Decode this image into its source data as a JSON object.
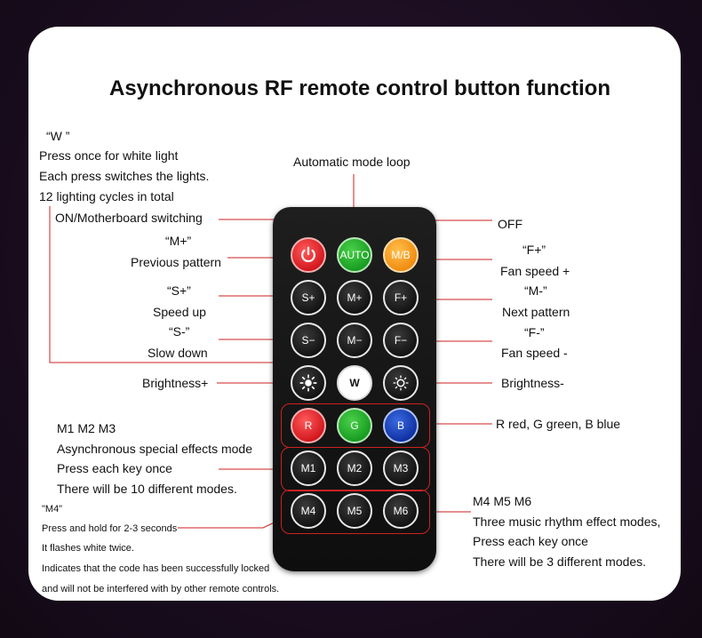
{
  "title": "Asynchronous RF remote control button function",
  "labels": {
    "w_title": "“W ”",
    "w_line1": "Press once for white light",
    "w_line2": "Each press switches the lights.",
    "w_line3": "12 lighting cycles in total",
    "on_mb": "ON/Motherboard switching",
    "auto": "Automatic mode loop",
    "off": "OFF",
    "m_plus_title": "“M+”",
    "m_plus_desc": "Previous pattern",
    "f_plus_title": "“F+”",
    "f_plus_desc": "Fan speed +",
    "s_plus_title": "“S+”",
    "s_plus_desc": "Speed up",
    "m_minus_title": "“M-”",
    "m_minus_desc": "Next pattern",
    "s_minus_title": "“S-”",
    "s_minus_desc": "Slow down",
    "f_minus_title": "“F-”",
    "f_minus_desc": "Fan speed -",
    "bright_plus": "Brightness+",
    "bright_minus": "Brightness-",
    "rgb": "R red, G green, B blue",
    "m123_title": "M1 M2 M3",
    "m123_line1": "Asynchronous special effects mode",
    "m123_line2": "Press each key once",
    "m123_line3": "There will be 10 different modes.",
    "m4_title": "\"M4\"",
    "m4_line1": "Press and hold for 2-3 seconds",
    "m4_line2": "It flashes white twice.",
    "m4_line3": "Indicates that the code has been successfully locked",
    "m4_line4": "and will not be interfered with by other remote controls.",
    "m456_title": "M4 M5 M6",
    "m456_line1": "Three music rhythm effect modes,",
    "m456_line2": "Press each key once",
    "m456_line3": "There will be 3 different  modes."
  },
  "buttons": {
    "auto": "AUTO",
    "mb": "M/B",
    "s_plus": "S+",
    "m_plus": "M+",
    "f_plus": "F+",
    "s_minus": "S−",
    "m_minus": "M−",
    "f_minus": "F−",
    "w": "W",
    "r": "R",
    "g": "G",
    "b": "B",
    "m1": "M1",
    "m2": "M2",
    "m3": "M3",
    "m4": "M4",
    "m5": "M5",
    "m6": "M6"
  },
  "colors": {
    "line": "#cc2222",
    "power": "#d0141c",
    "auto": "#159a1f",
    "mb": "#f08a10",
    "blue": "#0e2fa0"
  },
  "icons": {
    "power": "power-icon",
    "brightness_plus": "sun-bright-icon",
    "brightness_minus": "sun-dim-icon"
  }
}
